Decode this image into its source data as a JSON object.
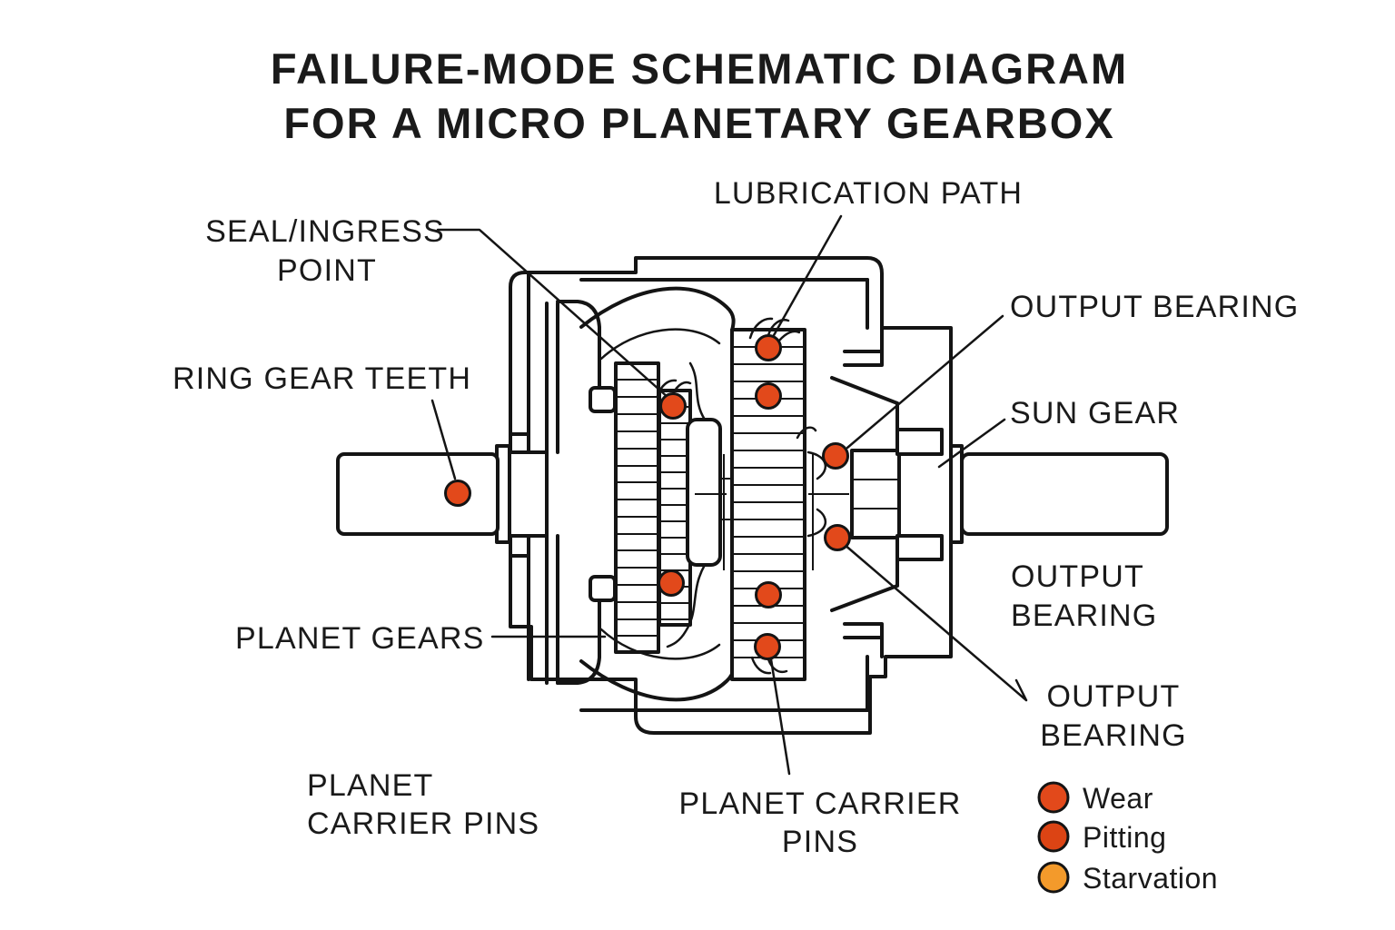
{
  "title": {
    "line1": "FAILURE-MODE SCHEMATIC DIAGRAM",
    "line2": "FOR A MICRO PLANETARY GEARBOX"
  },
  "labels": {
    "lubrication_path": "LUBRICATION PATH",
    "seal_ingress_line1": "SEAL/INGRESS",
    "seal_ingress_line2": "POINT",
    "ring_gear_teeth": "RING GEAR TEETH",
    "output_bearing_top": "OUTPUT BEARING",
    "sun_gear": "SUN GEAR",
    "output_bearing_right_line1": "OUTPUT",
    "output_bearing_right_line2": "BEARING",
    "output_bearing_lower_line1": "OUTPUT",
    "output_bearing_lower_line2": "BEARING",
    "planet_gears": "PLANET GEARS",
    "planet_carrier_pins_left_line1": "PLANET",
    "planet_carrier_pins_left_line2": "CARRIER PINS",
    "planet_carrier_pins_center_line1": "PLANET CARRIER",
    "planet_carrier_pins_center_line2": "PINS"
  },
  "legend": {
    "items": [
      {
        "label": "Wear",
        "color": "#E2491B"
      },
      {
        "label": "Pitting",
        "color": "#DC4414"
      },
      {
        "label": "Starvation",
        "color": "#F39A2B"
      }
    ]
  },
  "colors": {
    "ink": "#1A1A1A",
    "background": "#FFFFFF"
  },
  "failure_points": [
    {
      "name": "lubrication-path",
      "color": "#E2491B"
    },
    {
      "name": "seal-ingress-point",
      "color": "#E2491B"
    },
    {
      "name": "gear-mesh-upper",
      "color": "#E2491B"
    },
    {
      "name": "output-bearing-upper",
      "color": "#E2491B"
    },
    {
      "name": "ring-gear-teeth",
      "color": "#E2491B"
    },
    {
      "name": "output-bearing-lower",
      "color": "#E2491B"
    },
    {
      "name": "planet-gears",
      "color": "#E2491B"
    },
    {
      "name": "gear-mesh-lower",
      "color": "#E2491B"
    },
    {
      "name": "planet-carrier-pins",
      "color": "#E2491B"
    }
  ]
}
